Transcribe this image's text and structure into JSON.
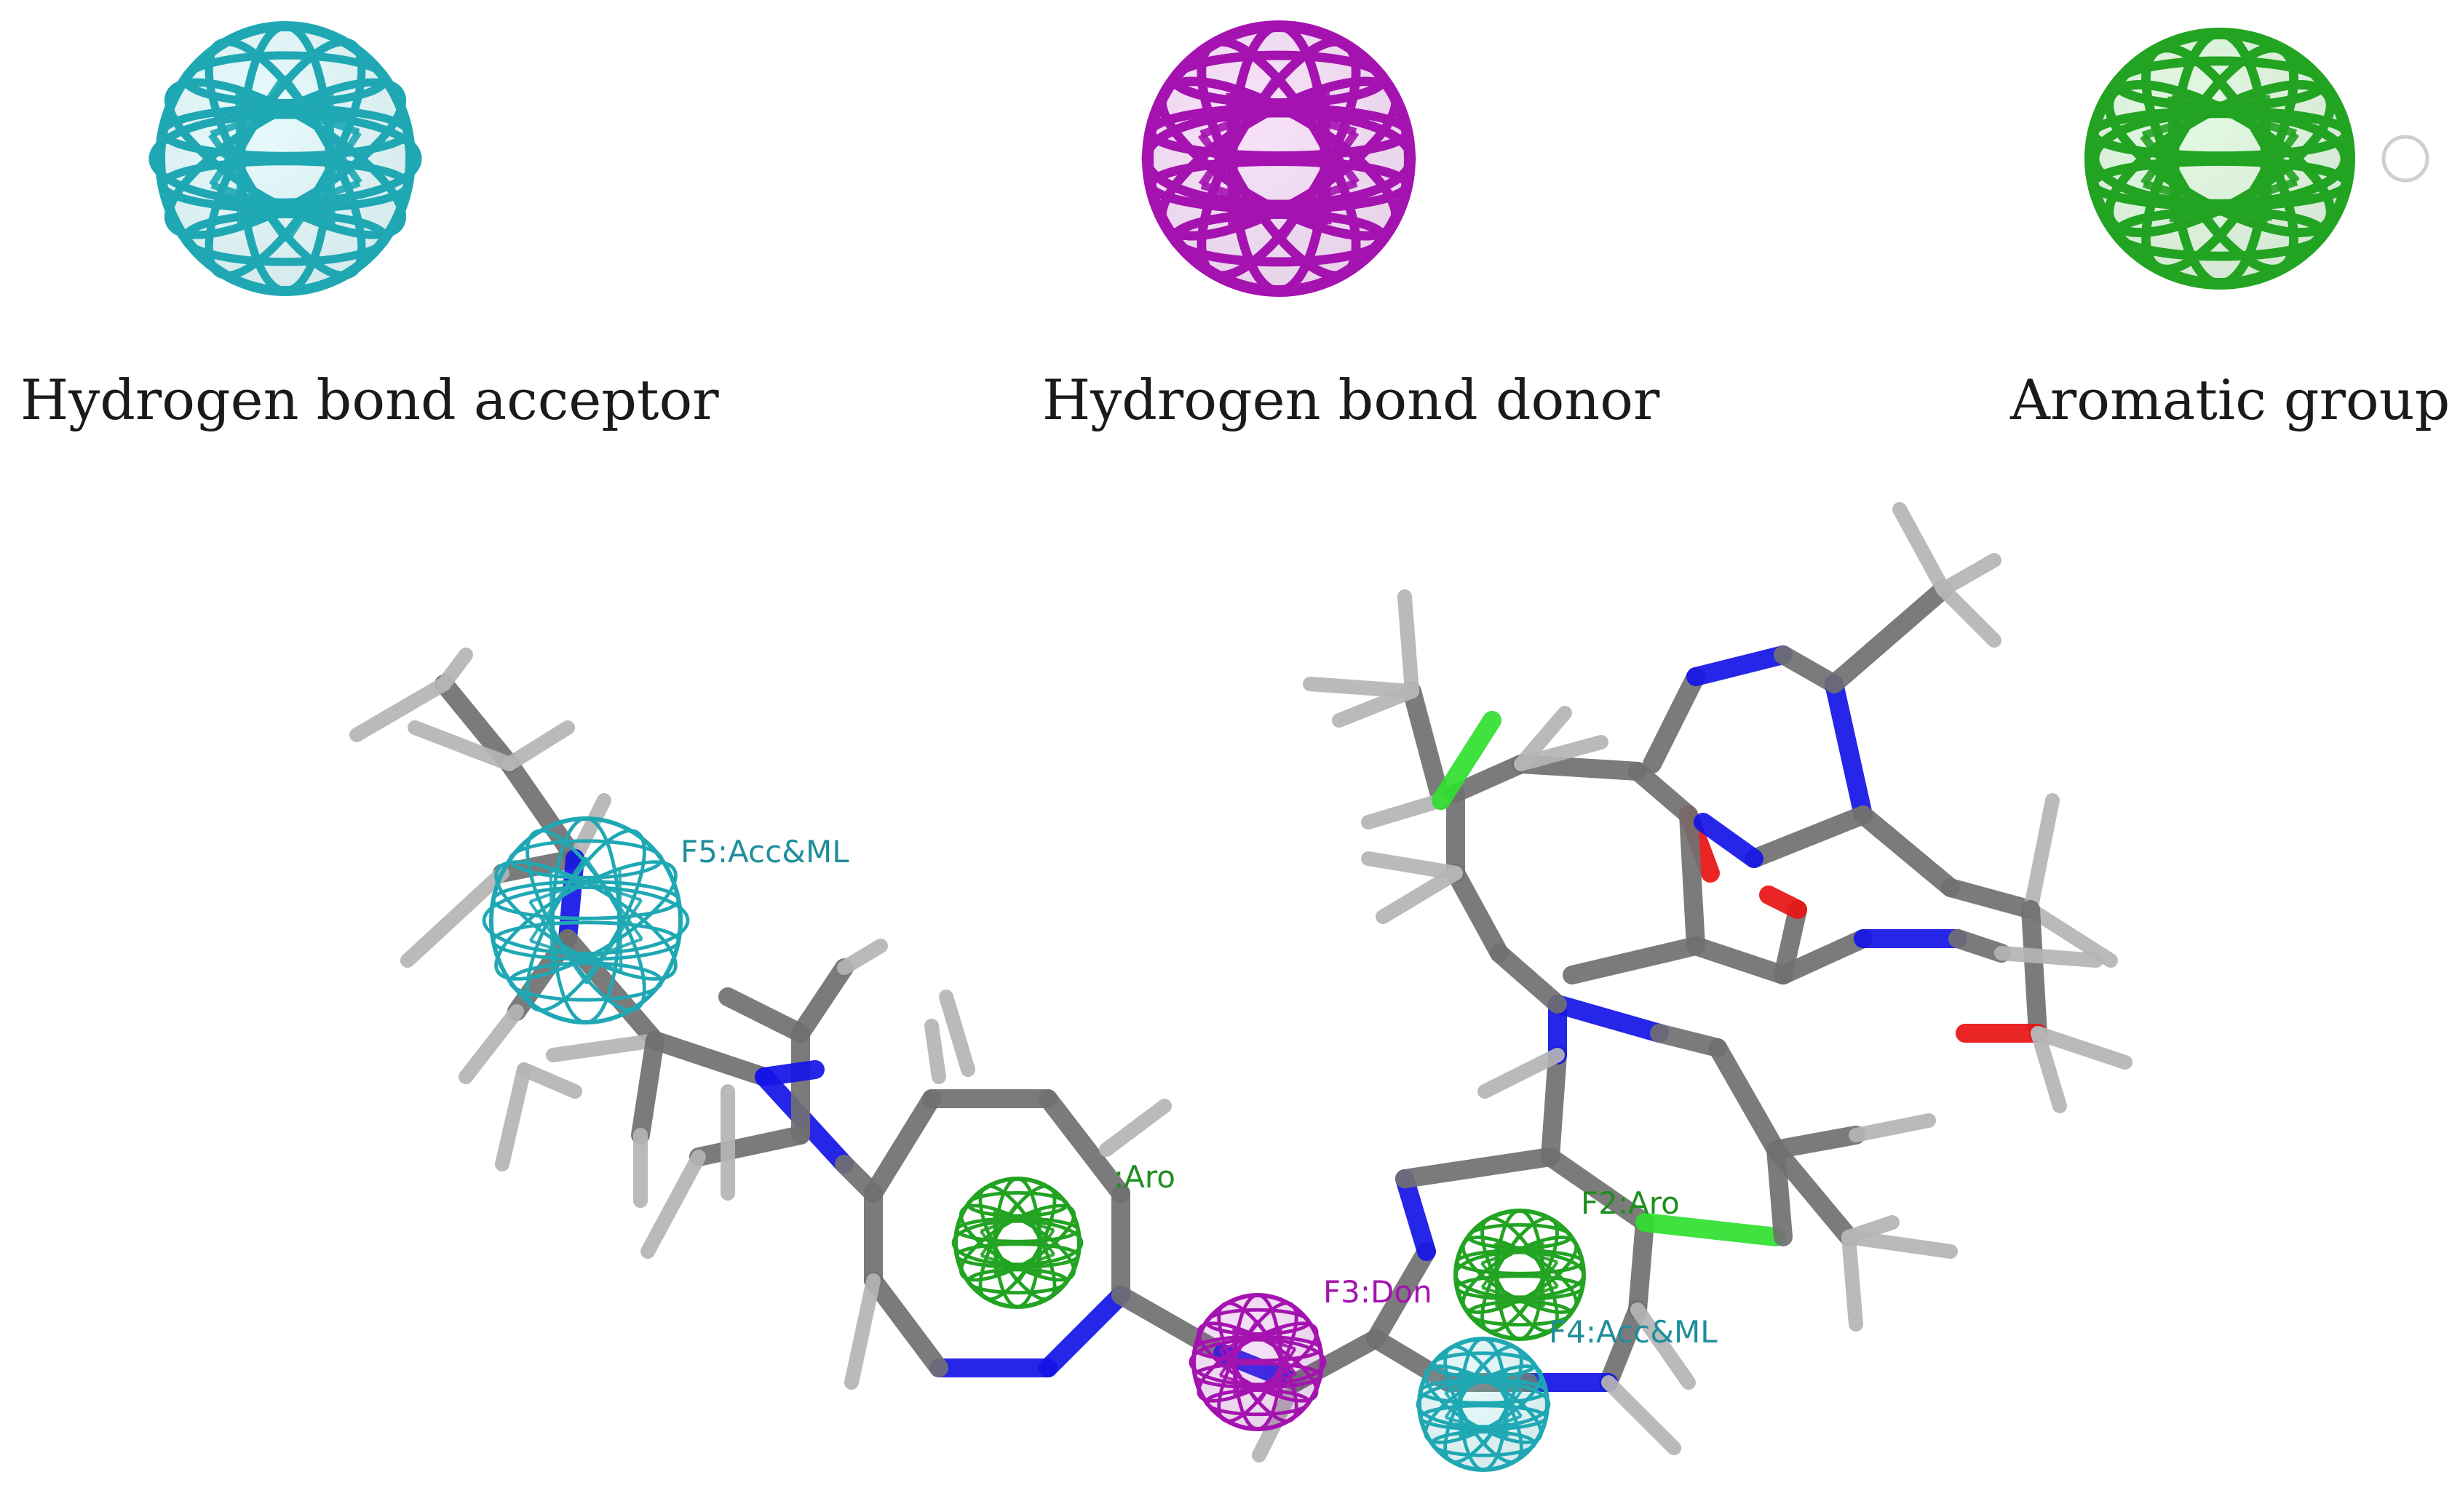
{
  "colors": {
    "acceptor": "#1fa8b4",
    "donor": "#a413b0",
    "aromatic": "#22a322",
    "carbon": "#707070",
    "hydrogen": "#b4b4b4",
    "nitrogen": "#1414e6",
    "oxygen": "#e81212",
    "chlorine": "#2fe02f"
  },
  "legend": {
    "acceptor_label": "Hydrogen bond acceptor",
    "donor_label": "Hydrogen bond donor",
    "aromatic_label": "Aromatic group",
    "acceptor_icon": "cyan-wireframe-sphere-icon",
    "donor_icon": "magenta-wireframe-sphere-icon",
    "aromatic_icon": "green-wireframe-sphere-icon"
  },
  "features": {
    "f5": "F5:Acc&ML",
    "f1": ":Aro",
    "f2": "F2:Aro",
    "f3": "F3:Don",
    "f4": "F4:Acc&ML"
  }
}
